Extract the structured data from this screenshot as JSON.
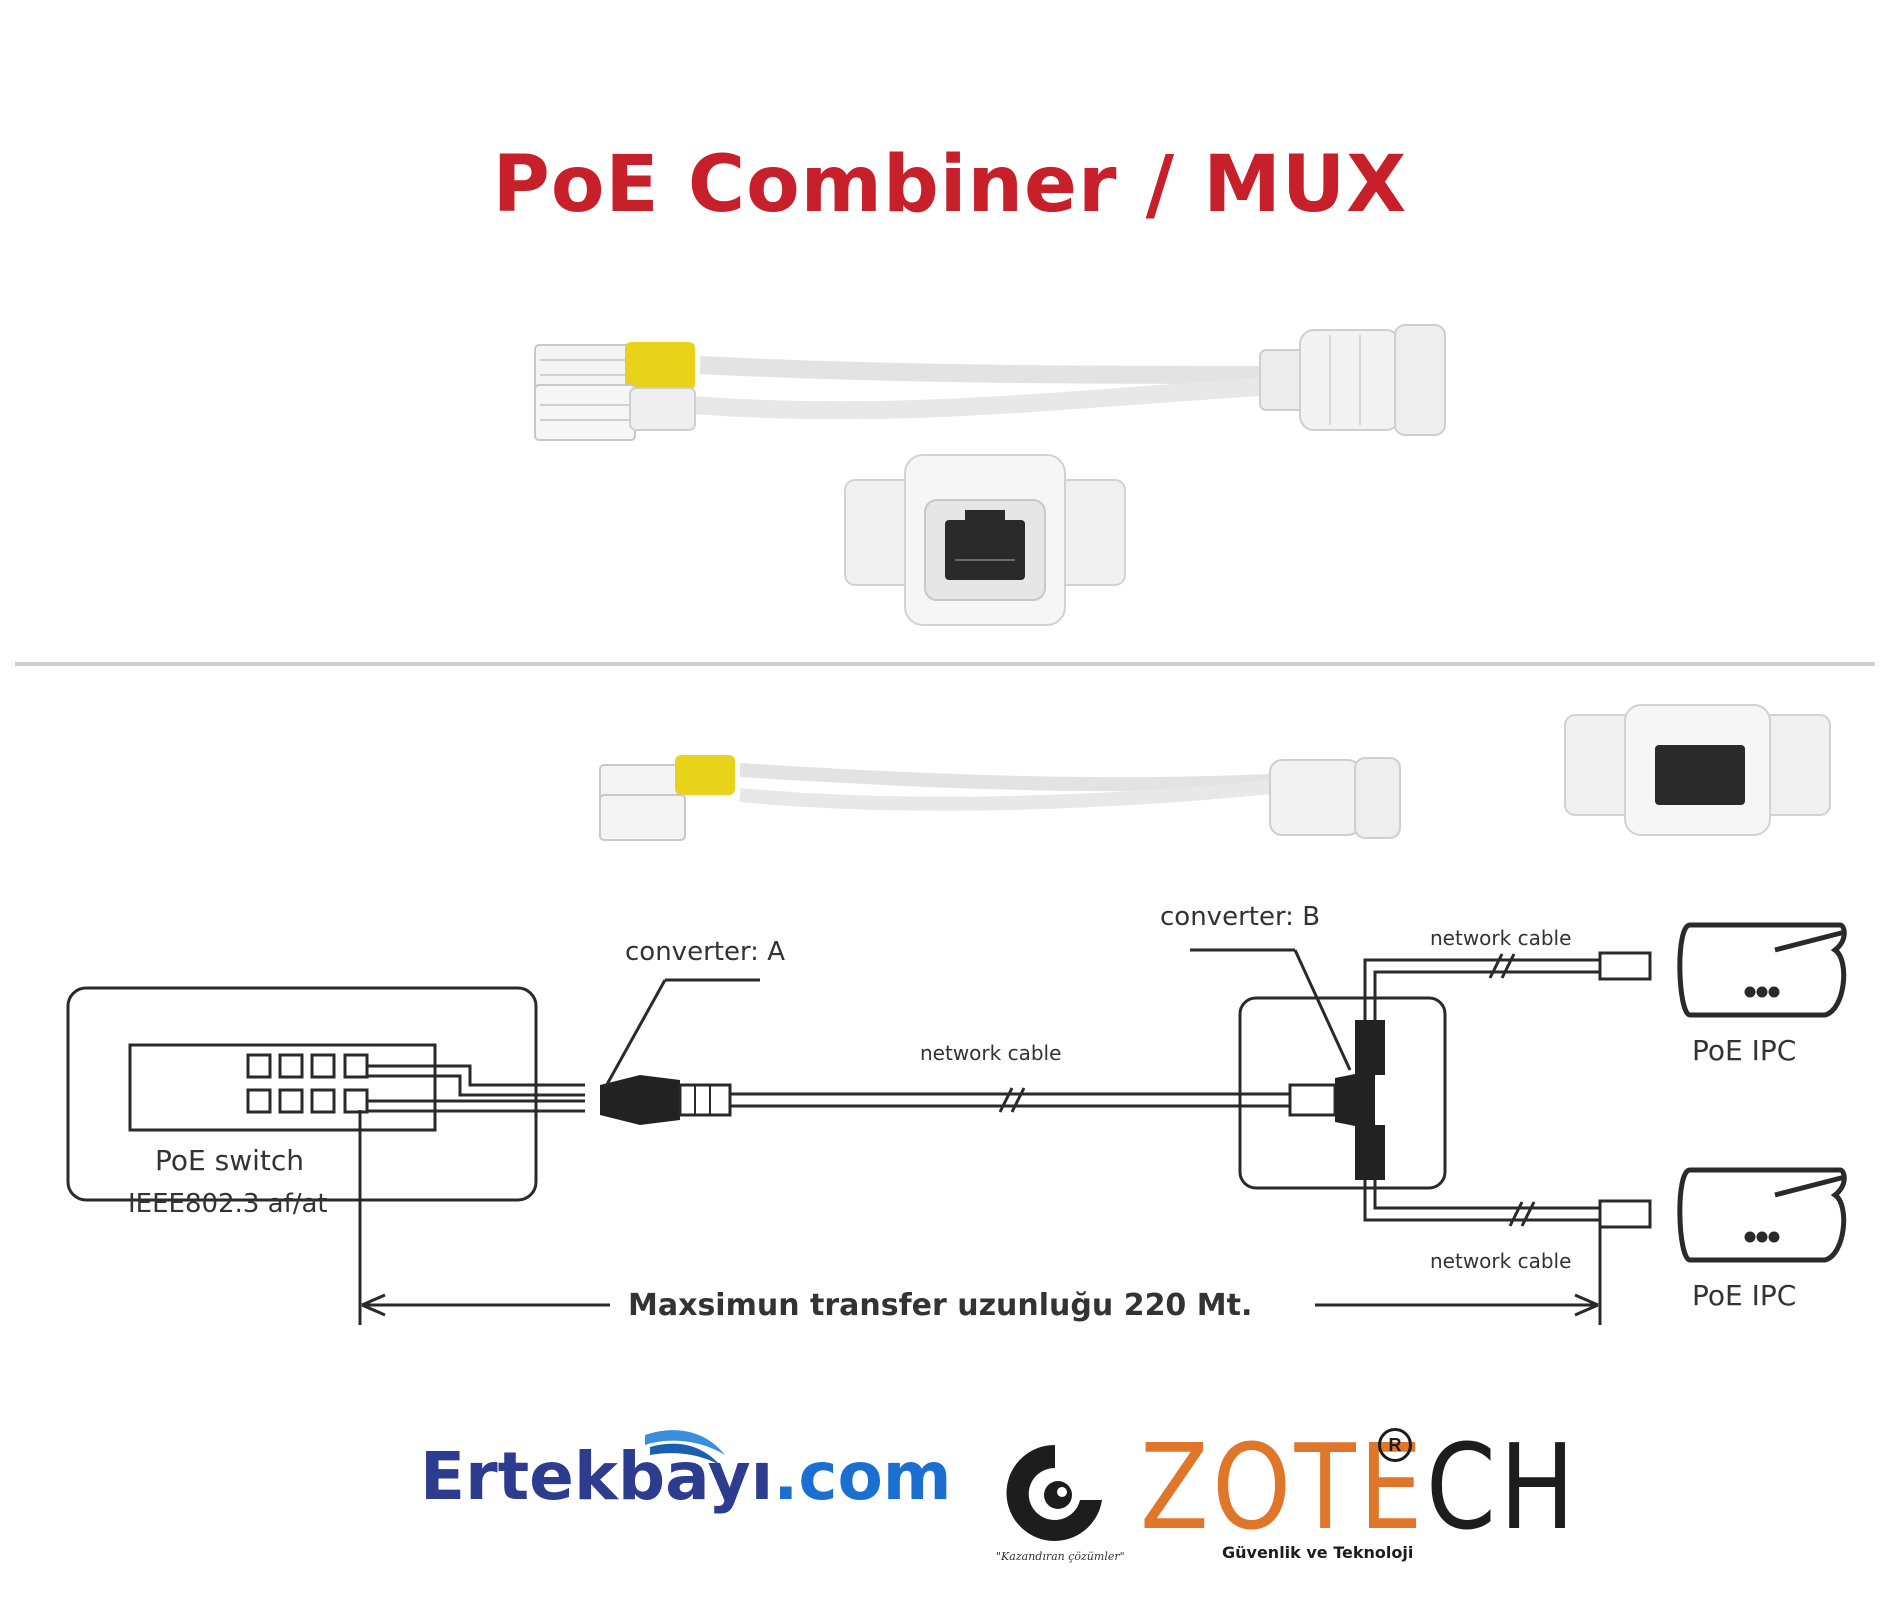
{
  "title": "PoE Combiner / MUX",
  "diagram": {
    "converter_a": "converter: A",
    "converter_b": "converter: B",
    "network_cable_main": "network cable",
    "network_cable_top": "network cable",
    "network_cable_bottom": "network cable",
    "poe_switch": "PoE switch",
    "ieee": "IEEE802.3 af/at",
    "poe_ipc_top": "PoE IPC",
    "poe_ipc_bottom": "PoE IPC",
    "max_length": "Maxsimun transfer uzunluğu 220 Mt."
  },
  "logos": {
    "ertekbayi_name": "Ertekbayı",
    "ertekbayi_domain": ".com",
    "zotech_orange": "ZOTE",
    "zotech_dark": "CH",
    "zotech_reg": "R",
    "zotech_sub": "Güvenlik ve Teknoloji",
    "zotech_slogan": "\"Kazandıran çözümler\""
  },
  "colors": {
    "title_red": "#c8202a",
    "cable_white": "#f2f2f2",
    "connector_yellow": "#e8d21a",
    "brand_blue": "#2d3c8e",
    "zotech_orange": "#e0762a"
  }
}
